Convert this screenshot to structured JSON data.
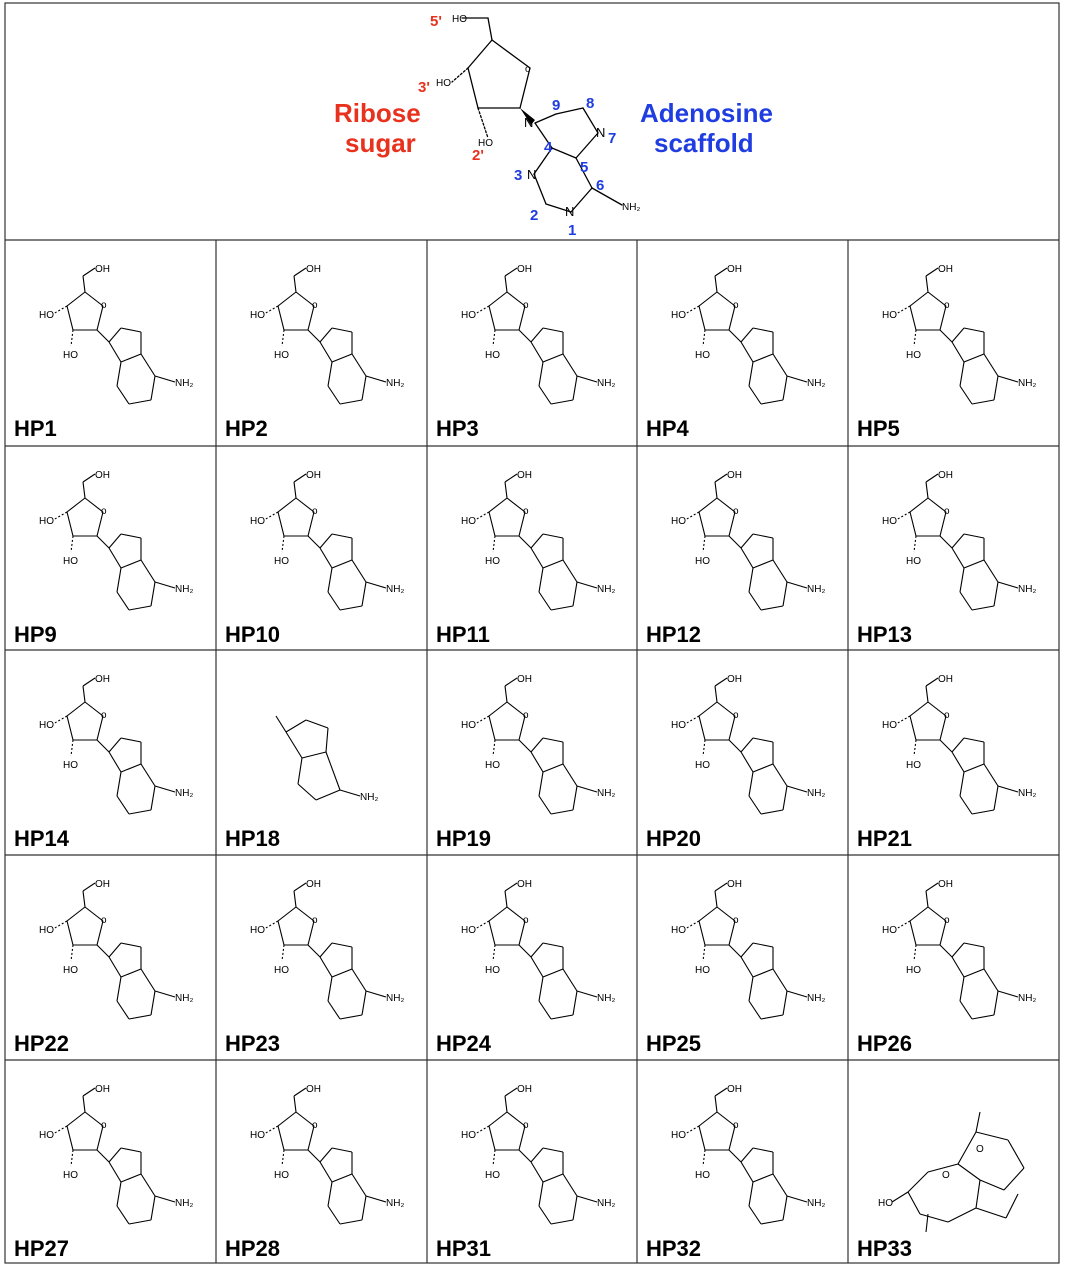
{
  "header": {
    "left_label_line1": "Ribose",
    "left_label_line2": "sugar",
    "right_label_line1": "Adenosine",
    "right_label_line2": "scaffold",
    "primes": [
      "5'",
      "3'",
      "2'"
    ],
    "ring_numbers": [
      "9",
      "8",
      "7",
      "4",
      "5",
      "6",
      "3",
      "2",
      "1"
    ],
    "atoms": {
      "o": "o",
      "ho": "HO",
      "ho_small": "HO",
      "n": "N",
      "nh2": "NH₂"
    },
    "colors": {
      "ribose": "#e8321e",
      "adenosine": "#1f3de0"
    }
  },
  "compounds": [
    "HP1",
    "HP2",
    "HP3",
    "HP4",
    "HP5",
    "HP9",
    "HP10",
    "HP11",
    "HP12",
    "HP13",
    "HP14",
    "HP18",
    "HP19",
    "HP20",
    "HP21",
    "HP22",
    "HP23",
    "HP24",
    "HP25",
    "HP26",
    "HP27",
    "HP28",
    "HP31",
    "HP32",
    "HP33"
  ]
}
